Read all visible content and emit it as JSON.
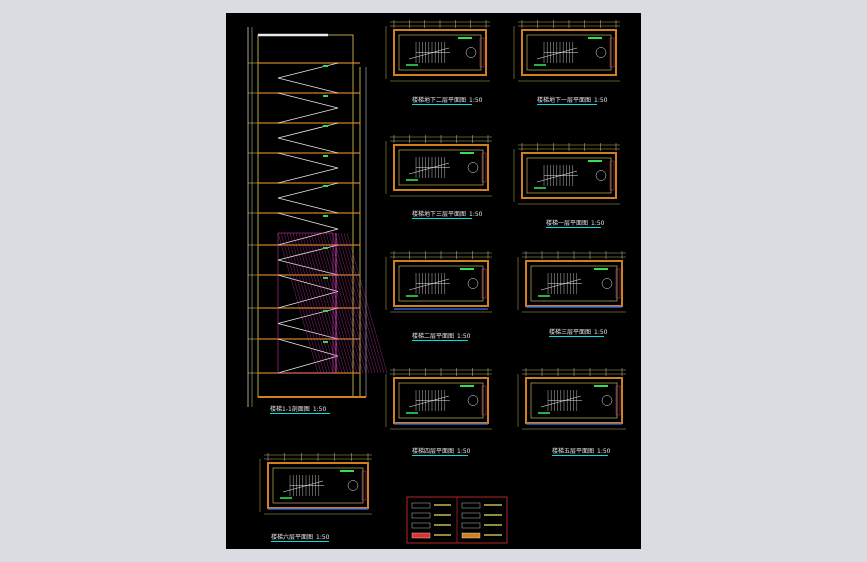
{
  "colors": {
    "background": "#d9dde2",
    "sheet": "#000000",
    "wall_yellow": "#e0d060",
    "wall_orange": "#d08020",
    "dim_yellow": "#e8e060",
    "line_white": "#e8e8e8",
    "green": "#30e050",
    "cyan": "#00e0e0",
    "magenta": "#e040c0",
    "red": "#e03030",
    "blue": "#3070ff"
  },
  "section": {
    "title": "楼梯1-1剖面图",
    "scale": "1:50"
  },
  "plans": [
    {
      "id": "b2",
      "title": "楼梯地下二层平面图",
      "scale": "1:50"
    },
    {
      "id": "b1",
      "title": "楼梯地下一层平面图",
      "scale": "1:50"
    },
    {
      "id": "b3",
      "title": "楼梯地下三层平面图",
      "scale": "1:50"
    },
    {
      "id": "f1",
      "title": "楼梯一层平面图",
      "scale": "1:50"
    },
    {
      "id": "f2",
      "title": "楼梯二层平面图",
      "scale": "1:50"
    },
    {
      "id": "f3",
      "title": "楼梯三层平面图",
      "scale": "1:50"
    },
    {
      "id": "f4",
      "title": "楼梯四层平面图",
      "scale": "1:50"
    },
    {
      "id": "f5",
      "title": "楼梯五层平面图",
      "scale": "1:50"
    },
    {
      "id": "f6",
      "title": "楼梯六层平面图",
      "scale": "1:50"
    }
  ]
}
